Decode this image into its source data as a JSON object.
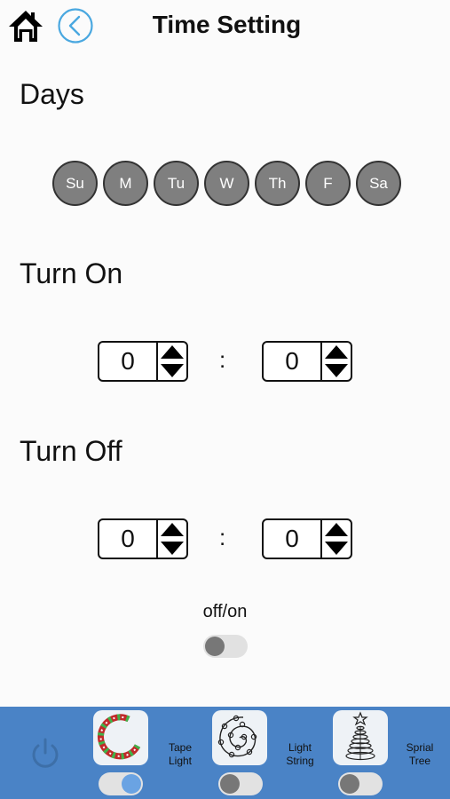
{
  "header": {
    "title": "Time Setting",
    "home_icon": "home-icon",
    "back_icon": "back-circle-icon",
    "accent_color": "#4aa8e0"
  },
  "days": {
    "label": "Days",
    "items": [
      "Su",
      "M",
      "Tu",
      "W",
      "Th",
      "F",
      "Sa"
    ]
  },
  "turn_on": {
    "label": "Turn On",
    "hour": "0",
    "separator": ":",
    "minute": "0"
  },
  "turn_off": {
    "label": "Turn Off",
    "hour": "0",
    "separator": ":",
    "minute": "0"
  },
  "offon": {
    "label": "off/on",
    "state": "off"
  },
  "bottom_bar": {
    "color": "#4a83c6",
    "power_icon": "power-icon",
    "devices": [
      {
        "line1": "Tape",
        "line2": "Light",
        "icon": "tape-light-icon",
        "toggle_state": "on"
      },
      {
        "line1": "Light",
        "line2": "String",
        "icon": "light-string-icon",
        "toggle_state": "off"
      },
      {
        "line1": "Sprial",
        "line2": "Tree",
        "icon": "spiral-tree-icon",
        "toggle_state": "off"
      }
    ]
  }
}
